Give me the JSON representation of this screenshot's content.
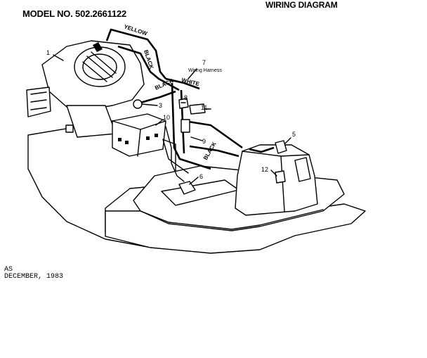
{
  "header": {
    "model_text": "MODEL NO. 502.2661122",
    "title": "WIRING DIAGRAM"
  },
  "wire_labels": {
    "yellow": "YELLOW",
    "black_top": "BLACK",
    "black_mid": "BLACK",
    "white": "WHITE",
    "black_lower": "BLACK"
  },
  "callouts": {
    "c1": "1",
    "c3": "3",
    "c5": "5",
    "c6": "6",
    "c7": "7",
    "c8": "8",
    "c9": "9",
    "c10": "10",
    "c11": "11",
    "c12": "12",
    "harness": "Wiring Harness"
  },
  "footer": {
    "line1": "AS",
    "line2": "DECEMBER, 1983"
  }
}
